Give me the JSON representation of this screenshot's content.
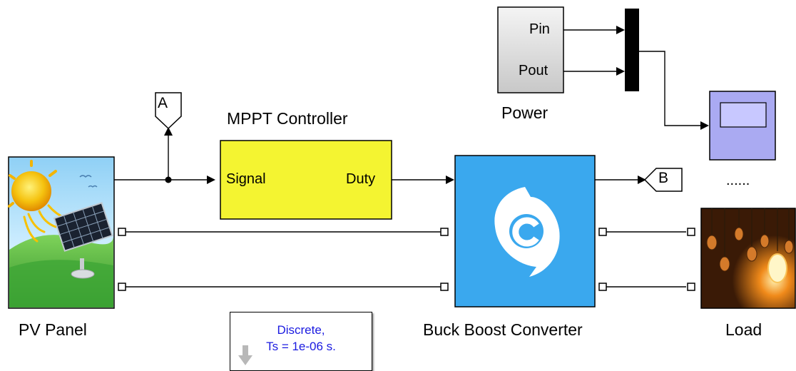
{
  "blocks": {
    "pv_panel": {
      "label": "PV Panel"
    },
    "mppt": {
      "title": "MPPT Controller",
      "in_port": "Signal",
      "out_port": "Duty"
    },
    "converter": {
      "label": "Buck Boost Converter"
    },
    "load": {
      "label": "Load"
    },
    "power": {
      "label": "Power",
      "port1": "Pin",
      "port2": "Pout"
    },
    "scope": {
      "label": "......"
    },
    "goto_a": {
      "tag": "A"
    },
    "goto_b": {
      "tag": "B"
    },
    "powergui": {
      "line1": "Discrete,",
      "line2": "Ts = 1e-06 s."
    }
  },
  "colors": {
    "mppt_fill": "#f4f431",
    "converter_fill": "#3aa8ee",
    "scope_fill": "#aaaaf2",
    "power_fill": "#dcdcdc",
    "powergui_text": "#1a1ae0"
  },
  "icons": [
    "sun-panel-icon",
    "converter-logo-icon",
    "light-bulbs-icon",
    "scope-screen-icon",
    "powergui-arrow-icon"
  ]
}
